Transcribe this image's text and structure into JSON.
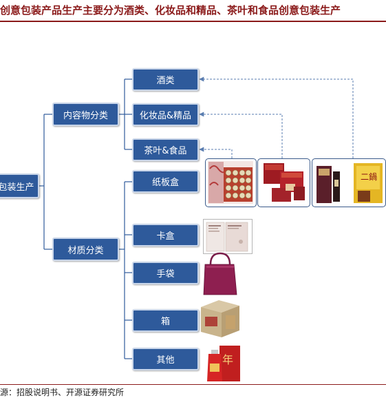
{
  "title": "创意包装产品生产主要分为酒类、化妆品和精品、茶叶和食品创意包装生产",
  "root": {
    "label": "包装生产"
  },
  "categories": [
    {
      "label": "内容物分类",
      "children": [
        "酒类",
        "化妆品&精品",
        "茶叶&食品"
      ]
    },
    {
      "label": "材质分类",
      "children": [
        "纸板盒",
        "卡盒",
        "手袋",
        "箱",
        "其他"
      ]
    }
  ],
  "colors": {
    "box": "#2e5a9b",
    "title": "#8b1a1a",
    "connector": "#2e5a9b"
  },
  "source": "源：招股说明书、开源证券研究所"
}
